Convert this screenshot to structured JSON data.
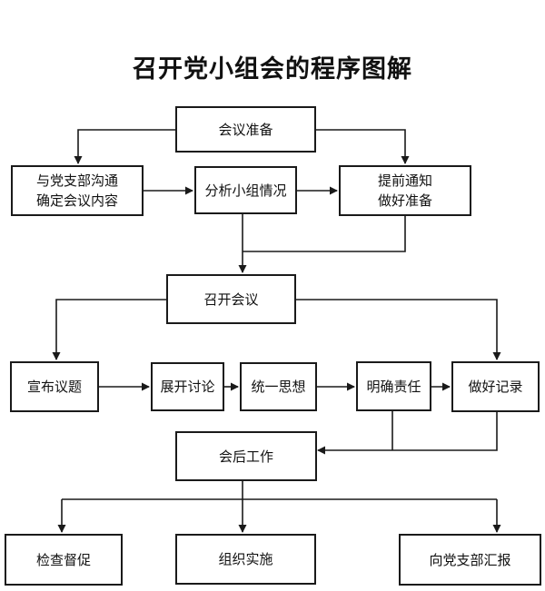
{
  "title": "召开党小组会的程序图解",
  "nodes": {
    "prep": "会议准备",
    "communicate": "与党支部沟通\n确定会议内容",
    "analyze": "分析小组情况",
    "notify": "提前通知\n做好准备",
    "convene": "召开会议",
    "announce": "宣布议题",
    "discuss": "展开讨论",
    "unify": "统一思想",
    "responsibility": "明确责任",
    "record": "做好记录",
    "after": "会后工作",
    "inspect": "检查督促",
    "implement": "组织实施",
    "report": "向党支部汇报"
  }
}
